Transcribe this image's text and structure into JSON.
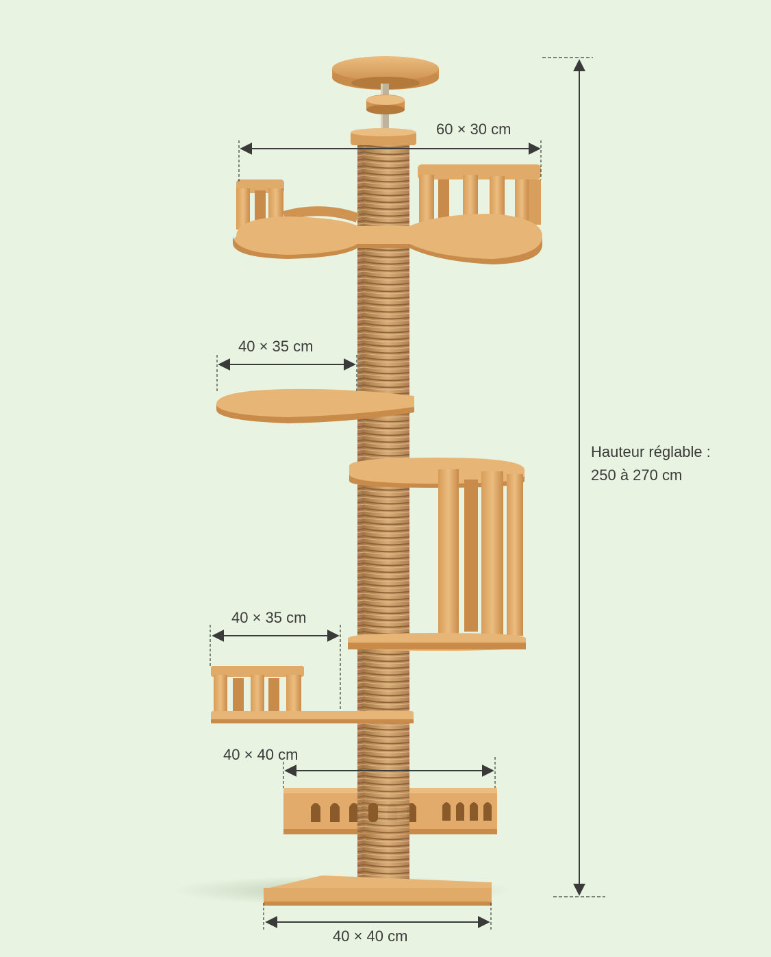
{
  "colors": {
    "background": "#e8f4e1",
    "wood_light": "#e7b676",
    "wood_mid": "#d79e5c",
    "wood_dark": "#b47a3b",
    "rope": "#c99a62",
    "rope_dark": "#9c7040",
    "metal": "#bdb39f",
    "dimension_line": "#3a3a3a"
  },
  "dimensions": {
    "top_platform": "60 × 30 cm",
    "middle_shelf": "40 × 35 cm",
    "lower_basket": "40 × 35 cm",
    "square_basket": "40 × 40 cm",
    "base": "40 × 40 cm"
  },
  "height_label": {
    "line1": "Hauteur réglable :",
    "line2": "250 à 270 cm"
  }
}
